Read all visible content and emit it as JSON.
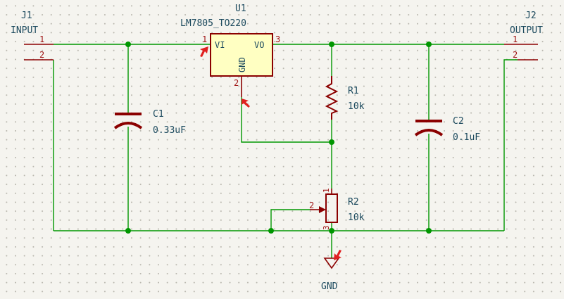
{
  "components": {
    "J1": {
      "ref": "J1",
      "value": "INPUT",
      "pins": [
        "1",
        "2"
      ]
    },
    "J2": {
      "ref": "J2",
      "value": "OUTPUT",
      "pins": [
        "1",
        "2"
      ]
    },
    "U1": {
      "ref": "U1",
      "value": "LM7805_TO220",
      "pin_in": "VI",
      "pin_out": "VO",
      "pin_gnd": "GND",
      "pins": [
        "1",
        "2",
        "3"
      ]
    },
    "C1": {
      "ref": "C1",
      "value": "0.33uF"
    },
    "C2": {
      "ref": "C2",
      "value": "0.1uF"
    },
    "R1": {
      "ref": "R1",
      "value": "10k"
    },
    "R2": {
      "ref": "R2",
      "value": "10k",
      "pins": [
        "1",
        "2",
        "3"
      ]
    },
    "GND": {
      "label": "GND"
    }
  },
  "colors": {
    "wire": "#009600",
    "symbol": "#8b0000",
    "ic_fill": "#ffffc2",
    "label": "#1c4a5e",
    "pin_number": "#a01616",
    "marker": "#e02020",
    "background": "#f5f4ef"
  }
}
